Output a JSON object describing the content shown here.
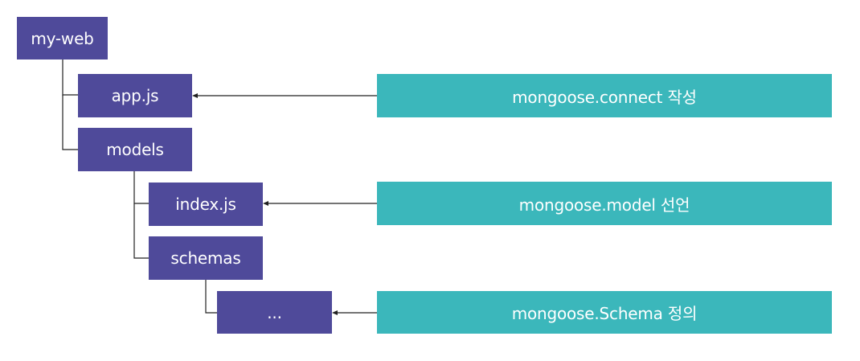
{
  "colors": {
    "folder_box": "#4f4a9a",
    "note_box": "#3bb7bb",
    "line": "#222222",
    "text": "#ffffff"
  },
  "tree": {
    "root": "my-web",
    "app_js": "app.js",
    "models": "models",
    "index_js": "index.js",
    "schemas": "schemas",
    "schema_files": "..."
  },
  "notes": {
    "connect": "mongoose.connect 작성",
    "model": "mongoose.model 선언",
    "schema": "mongoose.Schema 정의"
  }
}
